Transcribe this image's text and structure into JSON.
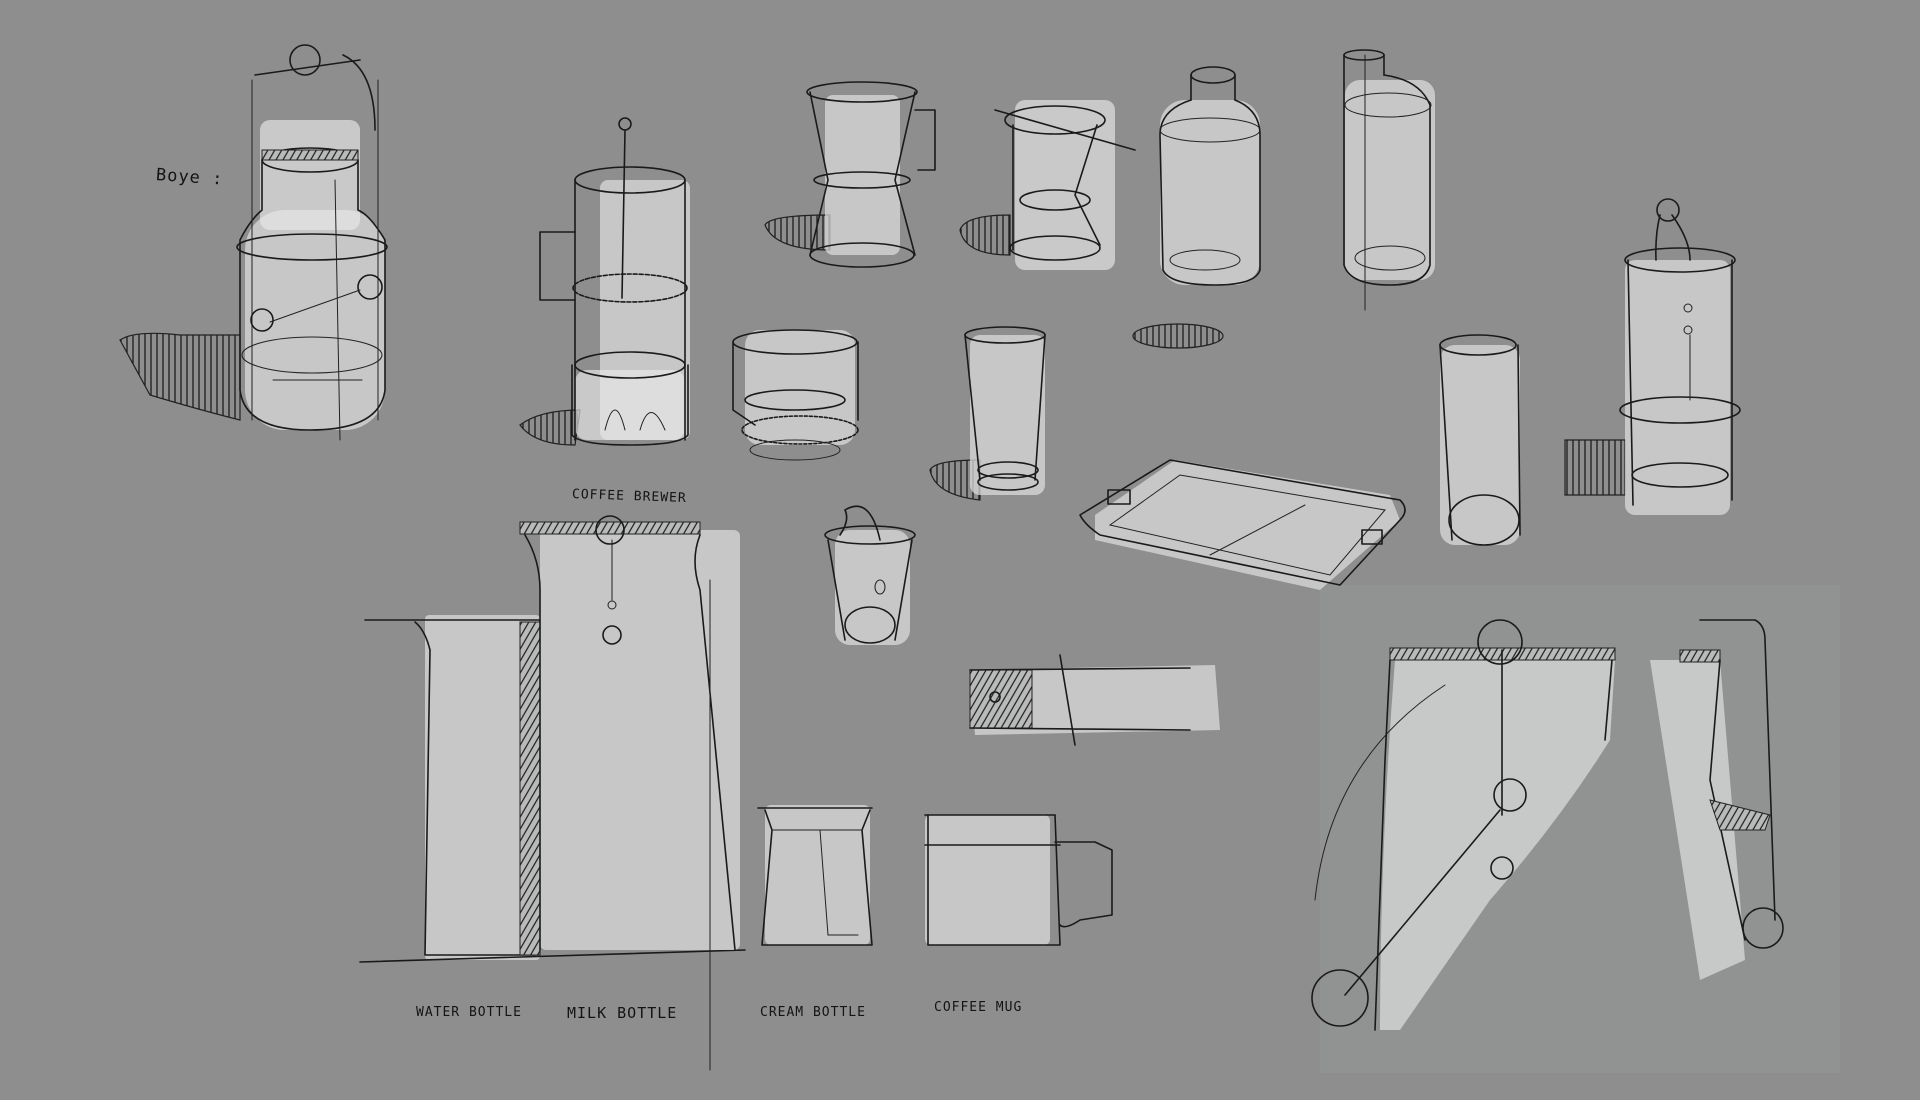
{
  "page": {
    "background_color": "#8e8e8e",
    "paper_patch_color": "#919292",
    "ink_color": "#1a1a1a",
    "marker_highlight_color": "#d9dada"
  },
  "labels": {
    "boye": "Boye :",
    "coffee_brewer": "COFFEE BREWER",
    "water_bottle": "WATER BOTTLE",
    "milk_bottle": "MILK BOTTLE",
    "cream_bottle": "CREAM BOTTLE",
    "coffee_mug": "COFFEE MUG"
  },
  "sketches": [
    {
      "id": "boye-jug",
      "desc": "large jug with bail handle and knurled lid"
    },
    {
      "id": "french-press",
      "desc": "plunger brewer with handle and filter disk"
    },
    {
      "id": "hourglass-cup",
      "desc": "dripper cup with flared top"
    },
    {
      "id": "cone-dripper",
      "desc": "conical dripper on cup"
    },
    {
      "id": "round-bottle",
      "desc": "shouldered bottle with cap"
    },
    {
      "id": "tall-bottle",
      "desc": "tall cylindrical bottle with narrow neck"
    },
    {
      "id": "carafe-base",
      "desc": "short vessel on knurled base"
    },
    {
      "id": "tall-glass",
      "desc": "tall drinking glass"
    },
    {
      "id": "small-cup",
      "desc": "small cup with bail handle"
    },
    {
      "id": "tray",
      "desc": "rounded rectangular tray with handles"
    },
    {
      "id": "tall-tumbler",
      "desc": "tall tumbler"
    },
    {
      "id": "hanging-canister",
      "desc": "canister with hanging plunger"
    },
    {
      "id": "detail-bar",
      "desc": "hatched detail strip"
    },
    {
      "id": "water-bottle",
      "desc": "water bottle elevation"
    },
    {
      "id": "milk-bottle",
      "desc": "milk bottle / coffee brewer elevation"
    },
    {
      "id": "cream-bottle",
      "desc": "cream bottle elevation"
    },
    {
      "id": "coffee-mug",
      "desc": "coffee mug elevation"
    },
    {
      "id": "mechanism",
      "desc": "brewer lid pulley mechanism with swing arc"
    }
  ]
}
